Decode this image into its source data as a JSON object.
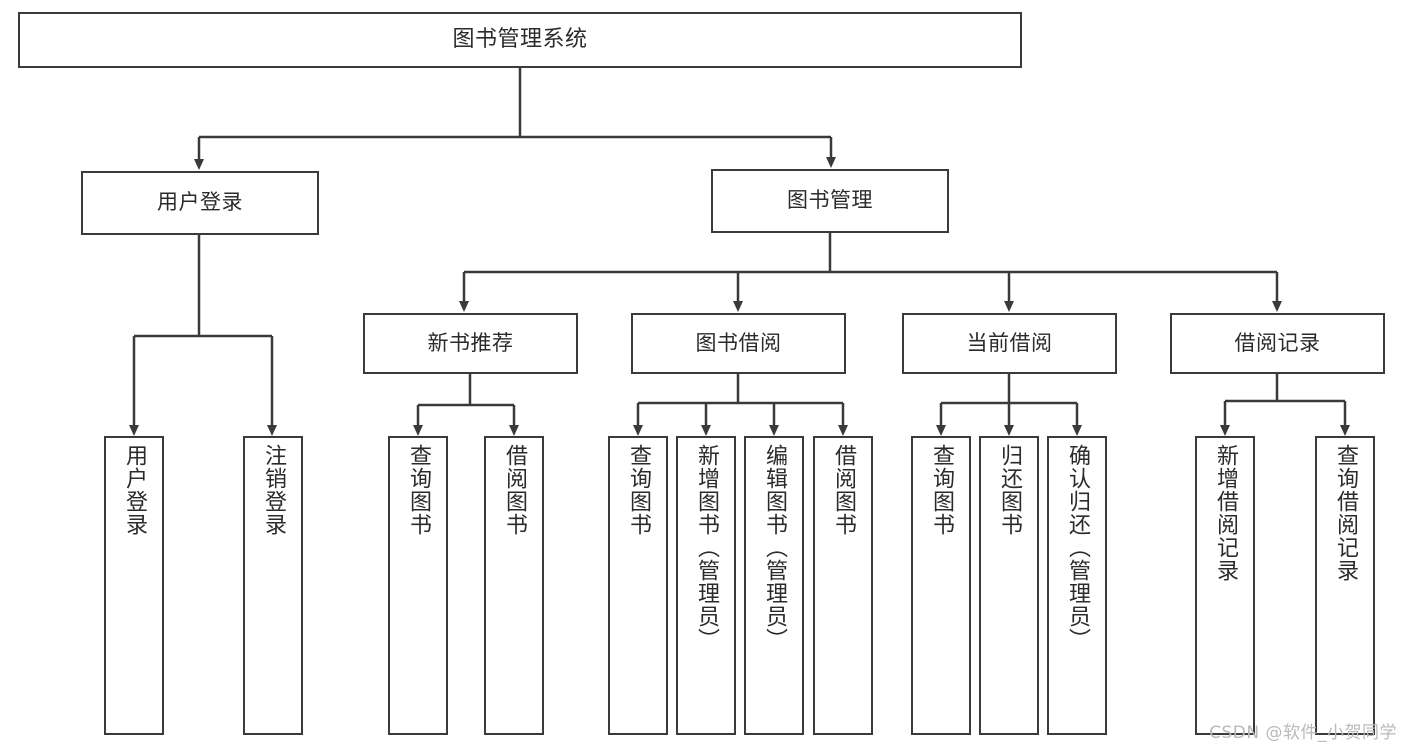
{
  "diagram": {
    "title": "图书管理系统",
    "type": "hierarchy-tree",
    "root": {
      "label": "图书管理系统"
    },
    "level1": [
      {
        "label": "用户登录"
      },
      {
        "label": "图书管理"
      }
    ],
    "level2": [
      {
        "label": "新书推荐"
      },
      {
        "label": "图书借阅"
      },
      {
        "label": "当前借阅"
      },
      {
        "label": "借阅记录"
      }
    ],
    "leaves": {
      "user_login": [
        {
          "label": "用户登录"
        },
        {
          "label": "注销登录"
        }
      ],
      "new_book_recommend": [
        {
          "label": "查询图书"
        },
        {
          "label": "借阅图书"
        }
      ],
      "book_borrow": [
        {
          "label": "查询图书"
        },
        {
          "label": "新增图书（管理员）"
        },
        {
          "label": "编辑图书（管理员）"
        },
        {
          "label": "借阅图书"
        }
      ],
      "current_borrow": [
        {
          "label": "查询图书"
        },
        {
          "label": "归还图书"
        },
        {
          "label": "确认归还（管理员）"
        }
      ],
      "borrow_record": [
        {
          "label": "新增借阅记录"
        },
        {
          "label": "查询借阅记录"
        }
      ]
    }
  },
  "watermark": {
    "text": "CSDN @软件_小贺同学"
  },
  "colors": {
    "border": "#3a3a3a",
    "text": "#2b2b2b",
    "background": "#ffffff",
    "edge": "#3a3a3a",
    "watermark": "#b9b9b9"
  }
}
